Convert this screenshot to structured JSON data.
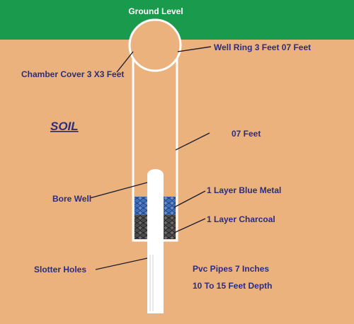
{
  "labels": {
    "ground_level": "Ground Level",
    "well_ring": "Well Ring 3 Feet 07 Feet",
    "chamber_cover": "Chamber Cover 3 X3 Feet",
    "soil": "SOIL",
    "depth": "07 Feet",
    "bore_well": "Bore Well",
    "blue_metal": "1 Layer Blue Metal",
    "charcoal": "1 Layer Charcoal",
    "slotter_holes": "Slotter Holes",
    "pvc_pipes": "Pvc Pipes 7 Inches",
    "pipe_depth": "10 To 15  Feet Depth"
  },
  "colors": {
    "ground": "#1a9a4c",
    "soil": "#ebb27e",
    "label_text": "#2b2d7e",
    "pipe": "#ffffff",
    "blue_metal": "#3f6fb8",
    "charcoal": "#4a4a4a"
  }
}
